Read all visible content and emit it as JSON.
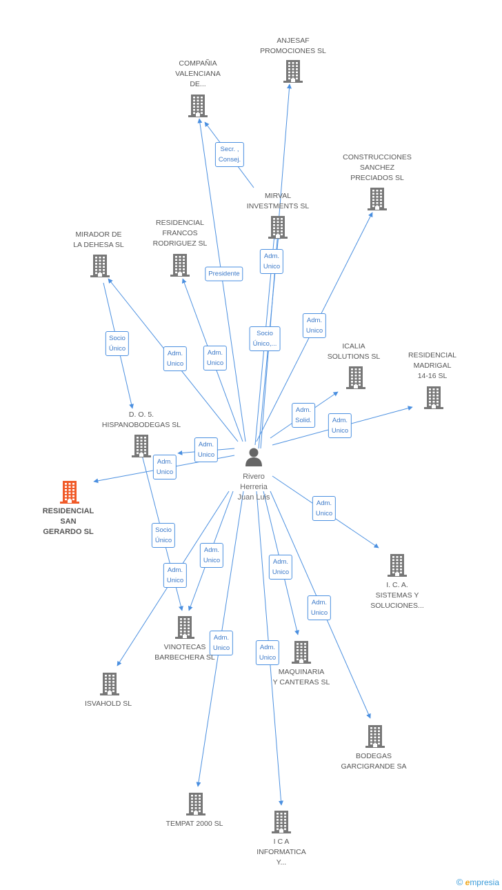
{
  "center": {
    "label": "Rivero\nHerreria\nJuan Luis",
    "icon": "person-icon"
  },
  "colors": {
    "edge": "#4a8fe0",
    "node": "#777777",
    "highlight": "#f05a28"
  },
  "nodes": [
    {
      "id": "anjesaf",
      "label": "ANJESAF\nPROMOCIONES SL"
    },
    {
      "id": "compania",
      "label": "COMPAÑIA\nVALENCIANA\nDE..."
    },
    {
      "id": "construcciones",
      "label": "CONSTRUCCIONES\nSANCHEZ\nPRECIADOS SL"
    },
    {
      "id": "mirval",
      "label": "MIRVAL\nINVESTMENTS SL"
    },
    {
      "id": "mirador",
      "label": "MIRADOR DE\nLA DEHESA SL"
    },
    {
      "id": "francos",
      "label": "RESIDENCIAL\nFRANCOS\nRODRIGUEZ SL"
    },
    {
      "id": "icalia",
      "label": "ICALIA\nSOLUTIONS SL"
    },
    {
      "id": "madrigal",
      "label": "RESIDENCIAL\nMADRIGAL\n14-16 SL"
    },
    {
      "id": "hispano",
      "label": "D. O. 5.\nHISPANOBODEGAS SL"
    },
    {
      "id": "sangerardo",
      "label": "RESIDENCIAL\nSAN\nGERARDO SL",
      "main": true
    },
    {
      "id": "ica_sis",
      "label": "I. C. A.\nSISTEMAS Y\nSOLUCIONES..."
    },
    {
      "id": "vinotecas",
      "label": "VINOTECAS\nBARBECHERA SL"
    },
    {
      "id": "maquinaria",
      "label": "MAQUINARIA\nY CANTERAS SL"
    },
    {
      "id": "isvahold",
      "label": "ISVAHOLD SL"
    },
    {
      "id": "garcigrande",
      "label": "BODEGAS\nGARCIGRANDE SA"
    },
    {
      "id": "tempat",
      "label": "TEMPAT 2000 SL"
    },
    {
      "id": "ica_inf",
      "label": "I C A\nINFORMATICA\nY..."
    }
  ],
  "edge_labels": [
    "Secr. ,\nConsej.",
    "Adm.\nUnico",
    "Presidente",
    "Adm.\nUnico",
    "Socio\nÚnico,...",
    "Socio\nÚnico",
    "Adm.\nUnico",
    "Adm.\nUnico",
    "Adm.\nSolid.",
    "Adm.\nUnico",
    "Adm.\nUnico",
    "Adm.\nUnico",
    "Adm.\nUnico",
    "Socio\nÚnico",
    "Adm.\nUnico",
    "Adm.\nUnico",
    "Adm.\nUnico",
    "Adm.\nUnico",
    "Adm.\nUnico",
    "Adm.\nUnico"
  ],
  "footer": {
    "copyright": "©",
    "brand_e": "e",
    "brand_rest": "mpresia"
  }
}
